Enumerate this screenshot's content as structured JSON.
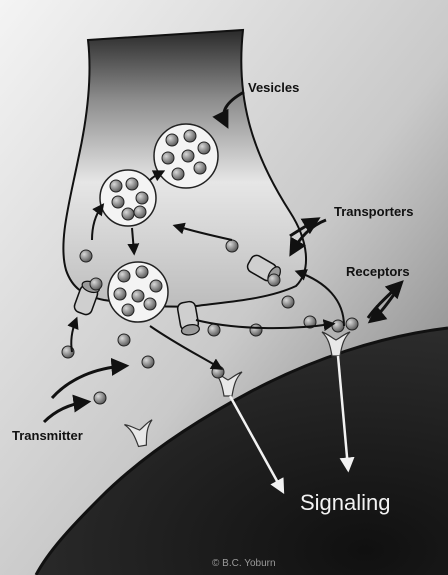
{
  "labels": {
    "vesicles": "Vesicles",
    "transporters": "Transporters",
    "receptors": "Receptors",
    "transmitter": "Transmitter",
    "signaling": "Signaling",
    "copyright": "© B.C. Yoburn"
  },
  "colors": {
    "background_light": "#f2f2f2",
    "background_dark": "#7a7a7a",
    "terminal_light": "#e0e0e0",
    "terminal_dark": "#2a2a2a",
    "postsynaptic": "#1e1e1e",
    "vesicle_fill": "#f4f4f4",
    "molecule_fill": "#8a8a8a",
    "arrow": "#111111",
    "signal_arrow": "#f2f2f2"
  }
}
